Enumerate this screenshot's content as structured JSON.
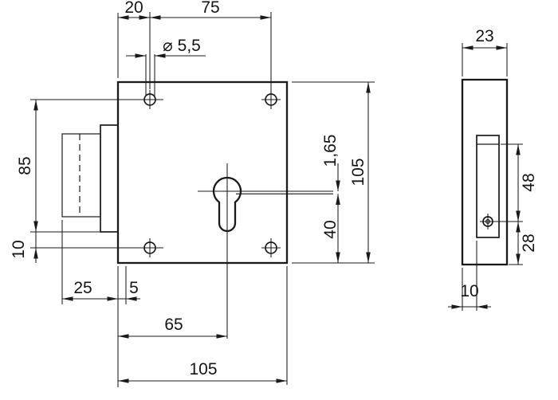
{
  "drawing_type": "lock case technical drawing, front and side view",
  "colors": {
    "line": "#1a1a1a",
    "background": "#ffffff"
  },
  "dims": {
    "top_offset_20": "20",
    "hole_pitch_75": "75",
    "hole_dia": "⌀ 5,5",
    "left_85": "85",
    "left_10": "10",
    "thickness_1_65": "1,65",
    "height_105": "105",
    "keyhole_40": "40",
    "bolt_25": "25",
    "edge_5": "5",
    "keyhole_65": "65",
    "width_105": "105",
    "side_width_23": "23",
    "side_48": "48",
    "side_28": "28",
    "side_depth_10": "10"
  }
}
